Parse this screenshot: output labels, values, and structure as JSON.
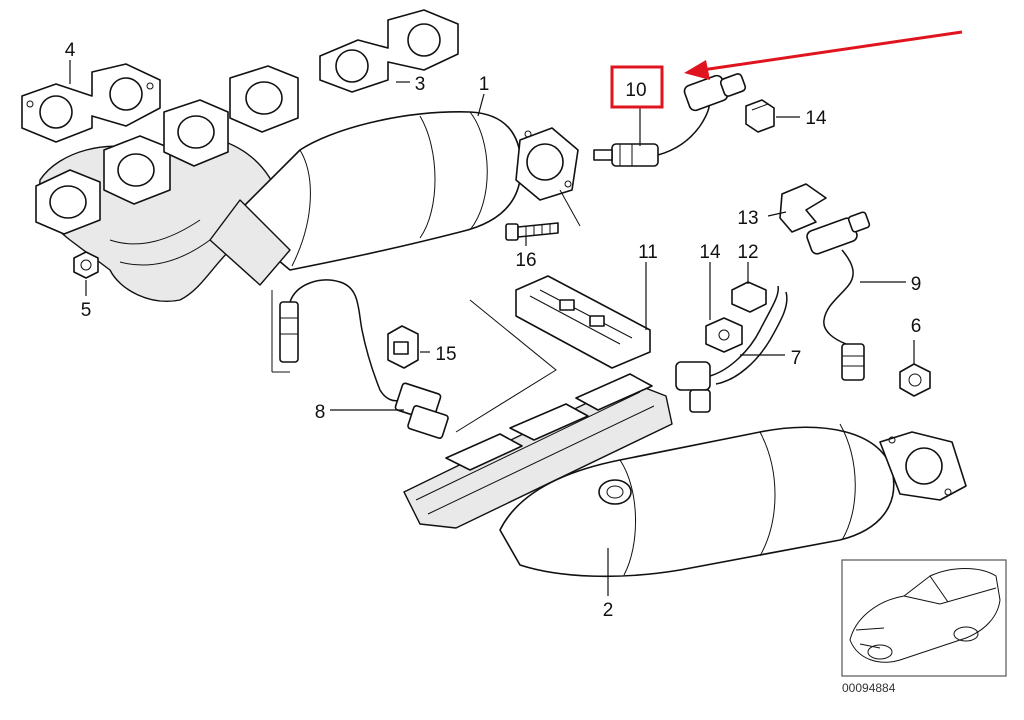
{
  "callouts": {
    "c1": "1",
    "c2": "2",
    "c3": "3",
    "c4": "4",
    "c5": "5",
    "c6": "6",
    "c7": "7",
    "c8": "8",
    "c9": "9",
    "c10": "10",
    "c11": "11",
    "c12": "12",
    "c13": "13",
    "c14a": "14",
    "c14b": "14",
    "c15": "15",
    "c16": "16"
  },
  "reference_number": "00094884",
  "highlight": {
    "part": "10",
    "box_color": "#e0141e",
    "arrow_color": "#e0141e"
  },
  "colors": {
    "line": "#111111",
    "background": "#ffffff"
  }
}
